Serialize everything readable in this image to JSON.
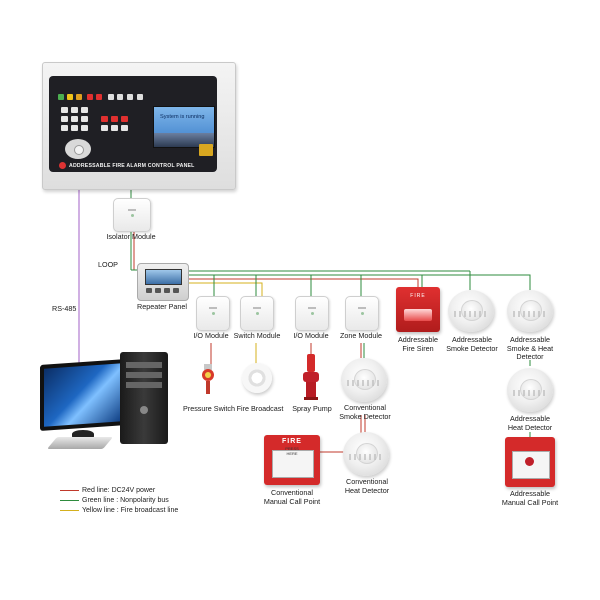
{
  "panel": {
    "status_text": "System is running",
    "caption": "ADDRESSABLE FIRE ALARM CONTROL PANEL"
  },
  "labels": {
    "isolator": "Isolator Module",
    "loop": "LOOP",
    "rs485": "RS-485",
    "repeater": "Repeater Panel",
    "io_module_1": "I/O Module",
    "switch_module": "Switch Module",
    "io_module_2": "I/O Module",
    "zone_module": "Zone Module",
    "fire_siren": [
      "Addressable",
      "Fire Siren"
    ],
    "smoke_detector": [
      "Addressable",
      "Smoke Detector"
    ],
    "smoke_heat_detector": [
      "Addressable",
      "Smoke & Heat",
      "Detector"
    ],
    "pressure_switch": "Pressure Switch",
    "fire_broadcast": "Fire Broadcast",
    "spray_pump": "Spray Pump",
    "conv_smoke_detector": [
      "Conventional",
      "Smoke Detector"
    ],
    "heat_detector": [
      "Addressable",
      "Heat Detector"
    ],
    "conv_heat_detector": [
      "Conventional",
      "Heat Detector"
    ],
    "conv_call_point": [
      "Conventional",
      "Manual Call Point"
    ],
    "addr_call_point": [
      "Addressable",
      "Manual Call Point"
    ]
  },
  "device_text": {
    "fire_word": "FIRE",
    "press_here": [
      "PRESS",
      "HERE"
    ]
  },
  "legend": [
    {
      "text": "Red line: DC24V power",
      "color": "#c0392b"
    },
    {
      "text": "Green line : Nonpolarity bus",
      "color": "#2e8b3d"
    },
    {
      "text": "Yellow line : Fire broadcast line",
      "color": "#d4b01e"
    }
  ],
  "colors": {
    "power": "#c0392b",
    "bus": "#2e8b3d",
    "broadcast": "#d4b01e",
    "rs485": "#b27bd0"
  }
}
